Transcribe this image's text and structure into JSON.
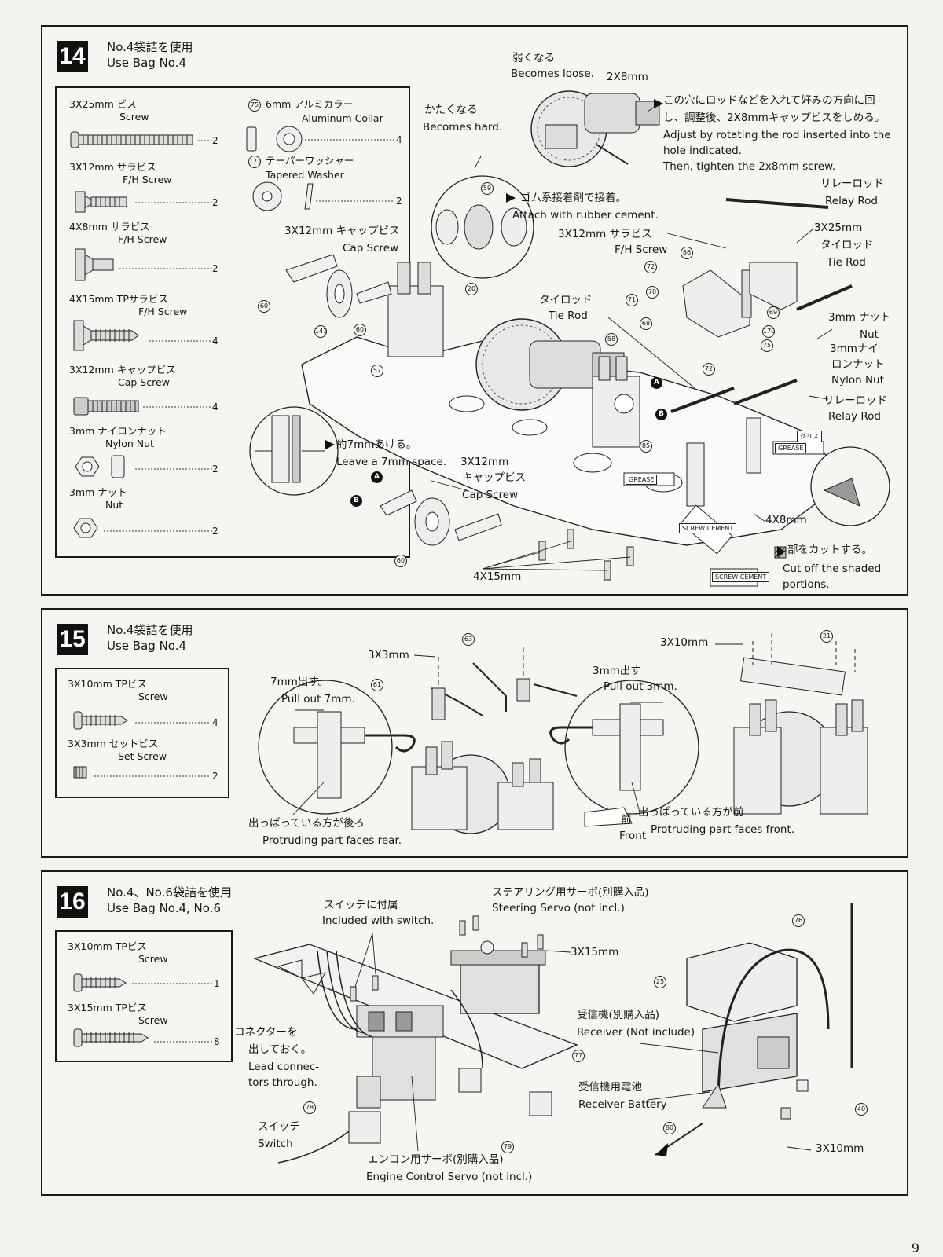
{
  "step14": {
    "number": "14",
    "bag_jp": "No.4袋詰を使用",
    "bag_en": "Use Bag No.4",
    "parts": [
      {
        "jp": "3X25mm ビス",
        "en": "Screw",
        "qty": "2"
      },
      {
        "jp": "3X12mm サラビス",
        "en": "F/H Screw",
        "qty": "2"
      },
      {
        "jp": "4X8mm サラビス",
        "en": "F/H Screw",
        "qty": "2"
      },
      {
        "jp": "4X15mm TPサラビス",
        "en": "F/H Screw",
        "qty": "4"
      },
      {
        "jp": "3X12mm キャップビス",
        "en": "Cap Screw",
        "qty": "4"
      },
      {
        "jp": "3mm ナイロンナット",
        "en": "Nylon Nut",
        "qty": "2"
      },
      {
        "jp": "3mm ナット",
        "en": "Nut",
        "qty": "2"
      }
    ],
    "collar": {
      "num": "75",
      "jp": "6mm アルミカラー",
      "en": "Aluminum Collar",
      "qty": "4"
    },
    "washer": {
      "num": "171",
      "jp": "テーパーワッシャー",
      "en": "Tapered Washer",
      "qty": "2"
    },
    "labels": {
      "loose_jp": "弱くなる",
      "loose_en": "Becomes loose.",
      "screw_2x8": "2X8mm",
      "hard_jp": "かたくなる",
      "hard_en": "Becomes hard.",
      "adjust_jp1": "この穴にロッドなどを入れて好みの方向に回",
      "adjust_jp2": "し、調整後、2X8mmキャップビスをしめる。",
      "adjust_en1": "Adjust by rotating the rod inserted into the",
      "adjust_en2": "hole indicated.",
      "adjust_en3": "Then, tighten the 2x8mm screw.",
      "cement_jp": "ゴム系接着剤で接着。",
      "cement_en": "Attach with rubber cement.",
      "cap_jp": "3X12mm キャップビス",
      "cap_en": "Cap Screw",
      "fh_jp": "3X12mm サラビス",
      "fh_en": "F/H Screw",
      "relay_jp": "リレーロッド",
      "relay_en": "Relay Rod",
      "s3x25": "3X25mm",
      "tie_jp": "タイロッド",
      "tie_en": "Tie Rod",
      "tie2_jp": "タイロッド",
      "tie2_en": "Tie Rod",
      "nut_jp": "3mm ナット",
      "nut_en": "Nut",
      "nylon_jp1": "3mmナイ",
      "nylon_jp2": "ロンナット",
      "nylon_en": "Nylon Nut",
      "relay2_jp": "リレーロッド",
      "relay2_en": "Relay Rod",
      "space_jp": "約7mmあける。",
      "space_en": "Leave a 7mm space.",
      "cap2_size": "3X12mm",
      "cap2_jp": "キャップビス",
      "cap2_en": "Cap Screw",
      "s4x8": "4X8mm",
      "s4x15": "4X15mm",
      "cut_jp": "部をカットする。",
      "cut_en1": "Cut off the shaded",
      "cut_en2": "portions.",
      "grease1": "GREASE",
      "grease2": "GREASE",
      "grease_jp": "グリス",
      "screw_cement": "SCREW CEMENT",
      "screw_cement2": "SCREW CEMENT"
    }
  },
  "step15": {
    "number": "15",
    "bag_jp": "No.4袋詰を使用",
    "bag_en": "Use Bag No.4",
    "parts": [
      {
        "jp": "3X10mm TPビス",
        "en": "Screw",
        "qty": "4"
      },
      {
        "jp": "3X3mm セットビス",
        "en": "Set Screw",
        "qty": "2"
      }
    ],
    "labels": {
      "s3x3": "3X3mm",
      "pull7_jp": "7mm出す。",
      "pull7_en": "Pull out 7mm.",
      "pull3_jp": "3mm出す",
      "pull3_en": "Pull out 3mm.",
      "s3x10": "3X10mm",
      "rear_jp": "出っぱっている方が後ろ",
      "rear_en": "Protruding part faces rear.",
      "front_jp_short": "前",
      "front_en_short": "Front",
      "front_jp": "出っぱっている方が前",
      "front_en": "Protruding part faces front."
    }
  },
  "step16": {
    "number": "16",
    "bag_jp": "No.4、No.6袋詰を使用",
    "bag_en": "Use Bag No.4, No.6",
    "parts": [
      {
        "jp": "3X10mm TPビス",
        "en": "Screw",
        "qty": "1"
      },
      {
        "jp": "3X15mm TPビス",
        "en": "Screw",
        "qty": "8"
      }
    ],
    "labels": {
      "switch_incl_jp": "スイッチに付属",
      "switch_incl_en": "Included with switch.",
      "steer_jp": "ステアリング用サーボ(別購入品)",
      "steer_en": "Steering Servo (not incl.)",
      "s3x15": "3X15mm",
      "conn_jp1": "コネクターを",
      "conn_jp2": "出しておく。",
      "conn_en1": "Lead connec-",
      "conn_en2": "tors through.",
      "switch_jp": "スイッチ",
      "switch_en": "Switch",
      "engine_jp": "エンコン用サーボ(別購入品)",
      "engine_en": "Engine Control Servo (not incl.)",
      "recv_jp": "受信機(別購入品)",
      "recv_en": "Receiver (Not include)",
      "batt_jp": "受信機用電池",
      "batt_en": "Receiver Battery",
      "s3x10": "3X10mm"
    }
  },
  "page_number": "9"
}
